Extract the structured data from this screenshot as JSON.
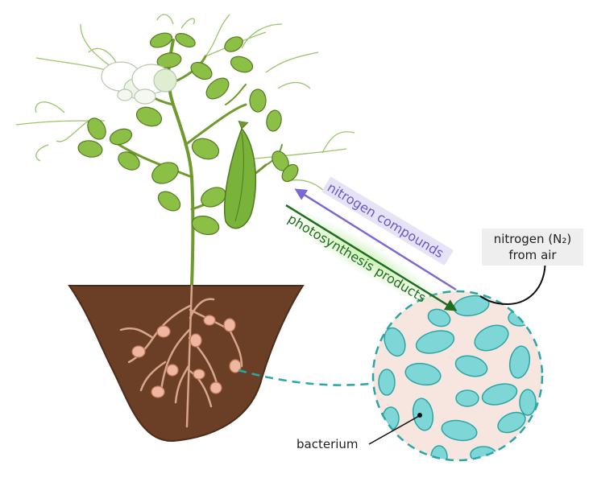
{
  "labels": {
    "nitrogen_compounds": "nitrogen compounds",
    "photosynthesis_products": "photosynthesis products",
    "nitrogen_air_line1": "nitrogen (N₂)",
    "nitrogen_air_line2": "from air",
    "bacterium": "bacterium"
  },
  "colors": {
    "leaf": "#8cbf45",
    "leaf_outline": "#557a22",
    "stem": "#6e9a2e",
    "soil": "#6b3f26",
    "root": "#d8a58a",
    "nodule": "#f0b7a0",
    "bacterium": "#7fd6d6",
    "bacterium_outline": "#2aa6a6",
    "zoom_background": "#f7e6df",
    "nitrogen_arrow": "#7b68d6",
    "photosynthesis_arrow": "#1f6e1f"
  }
}
